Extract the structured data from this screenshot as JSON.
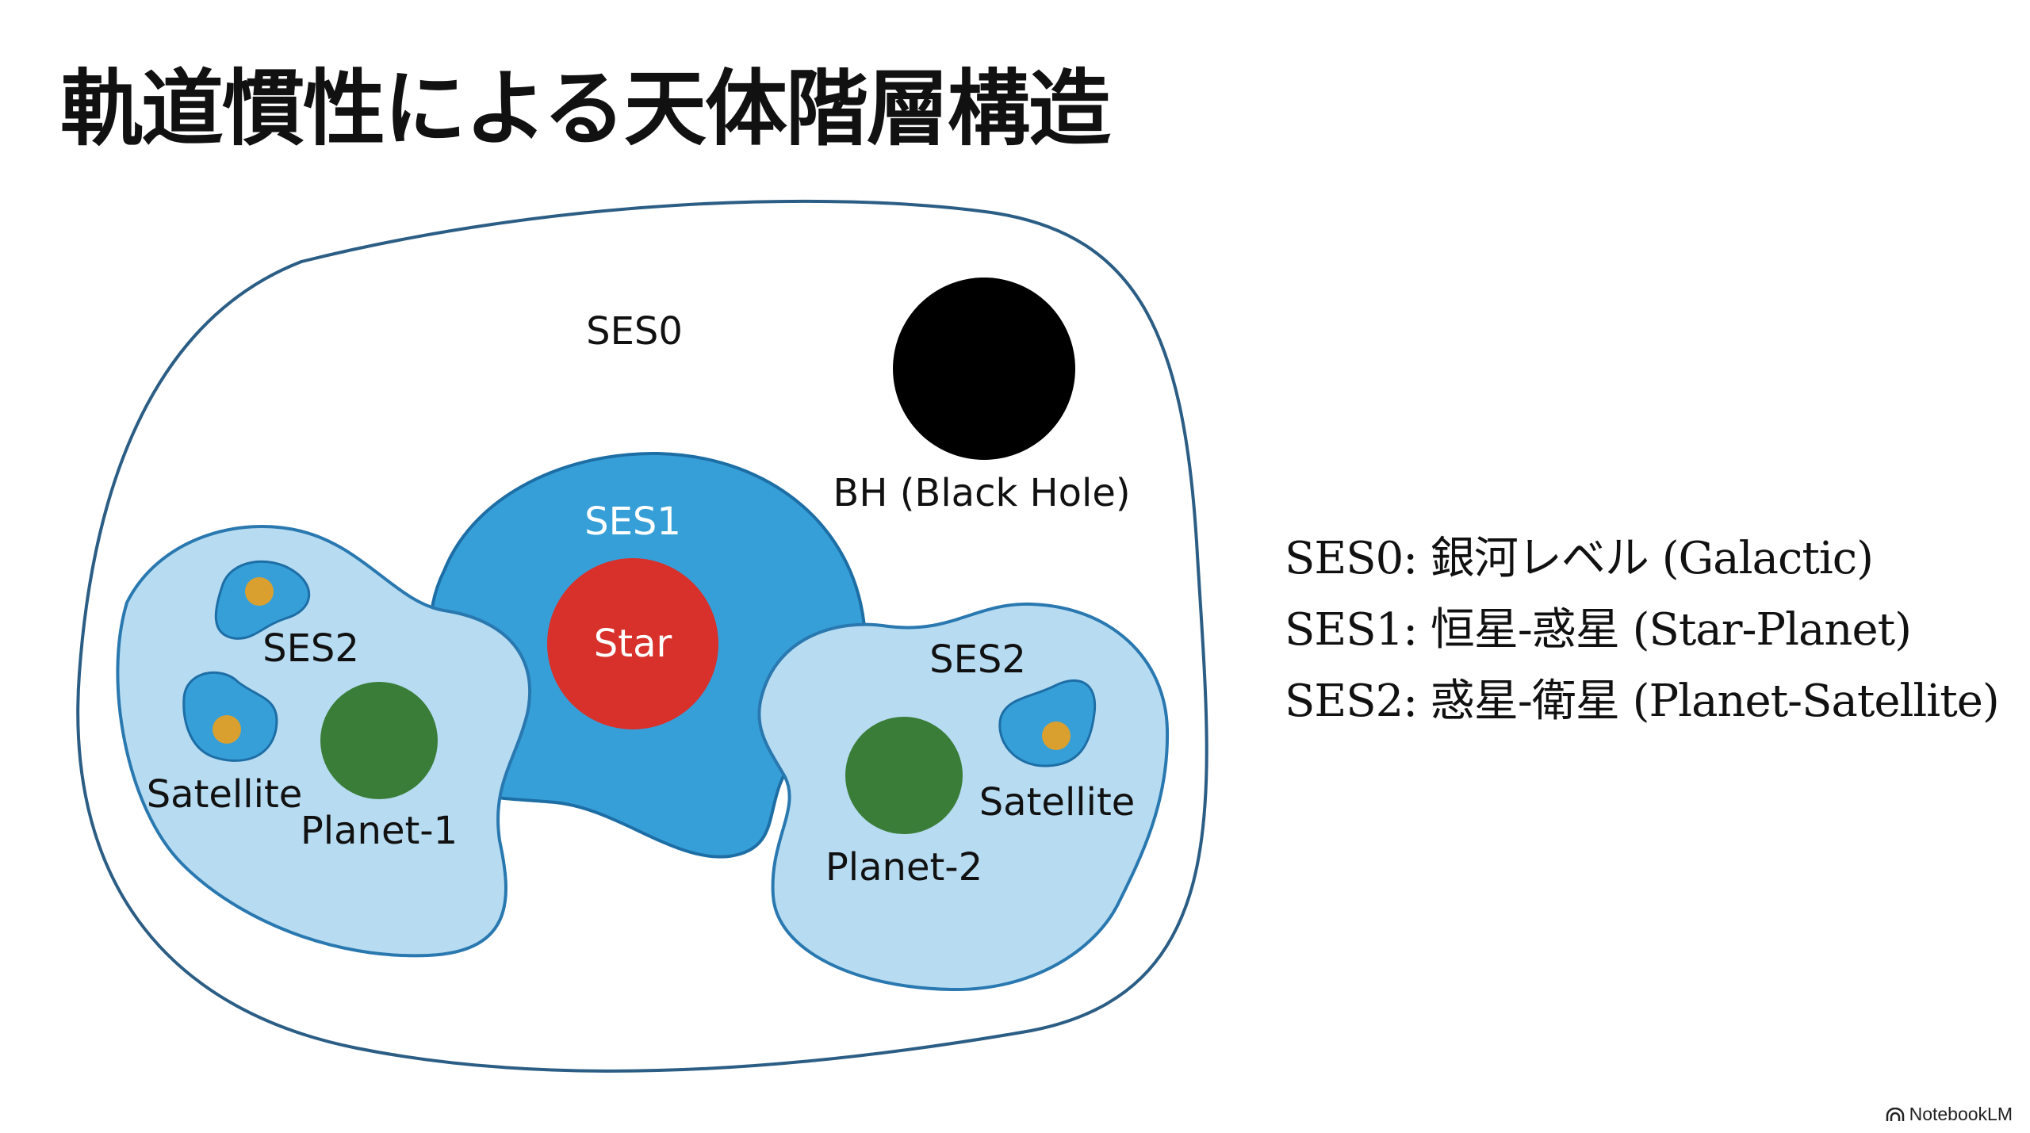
{
  "title": "軌道慣性による天体階層構造",
  "diagram": {
    "ses0_label": "SES0",
    "ses1_label": "SES1",
    "ses2_left_label": "SES2",
    "ses2_right_label": "SES2",
    "black_hole_label": "BH (Black Hole)",
    "star_label": "Star",
    "planet1_label": "Planet-1",
    "planet2_label": "Planet-2",
    "satellite_left_label": "Satellite",
    "satellite_right_label": "Satellite",
    "colors": {
      "outline": "#2b5d85",
      "ses1_fill": "#379fd8",
      "ses2_fill": "#b7dcf2",
      "star": "#d8302a",
      "planet": "#3a7d38",
      "black_hole": "#000000",
      "satellite_dot": "#d9a030"
    }
  },
  "legend": [
    "SES0: 銀河レベル (Galactic)",
    "SES1: 恒星-惑星 (Star-Planet)",
    "SES2: 惑星-衛星 (Planet-Satellite)"
  ],
  "brand": "NotebookLM"
}
